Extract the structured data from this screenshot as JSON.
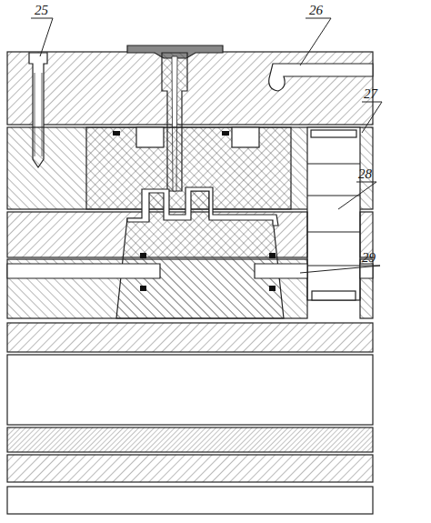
{
  "diagram": {
    "labels": [
      "25",
      "26",
      "27",
      "28",
      "29"
    ]
  }
}
